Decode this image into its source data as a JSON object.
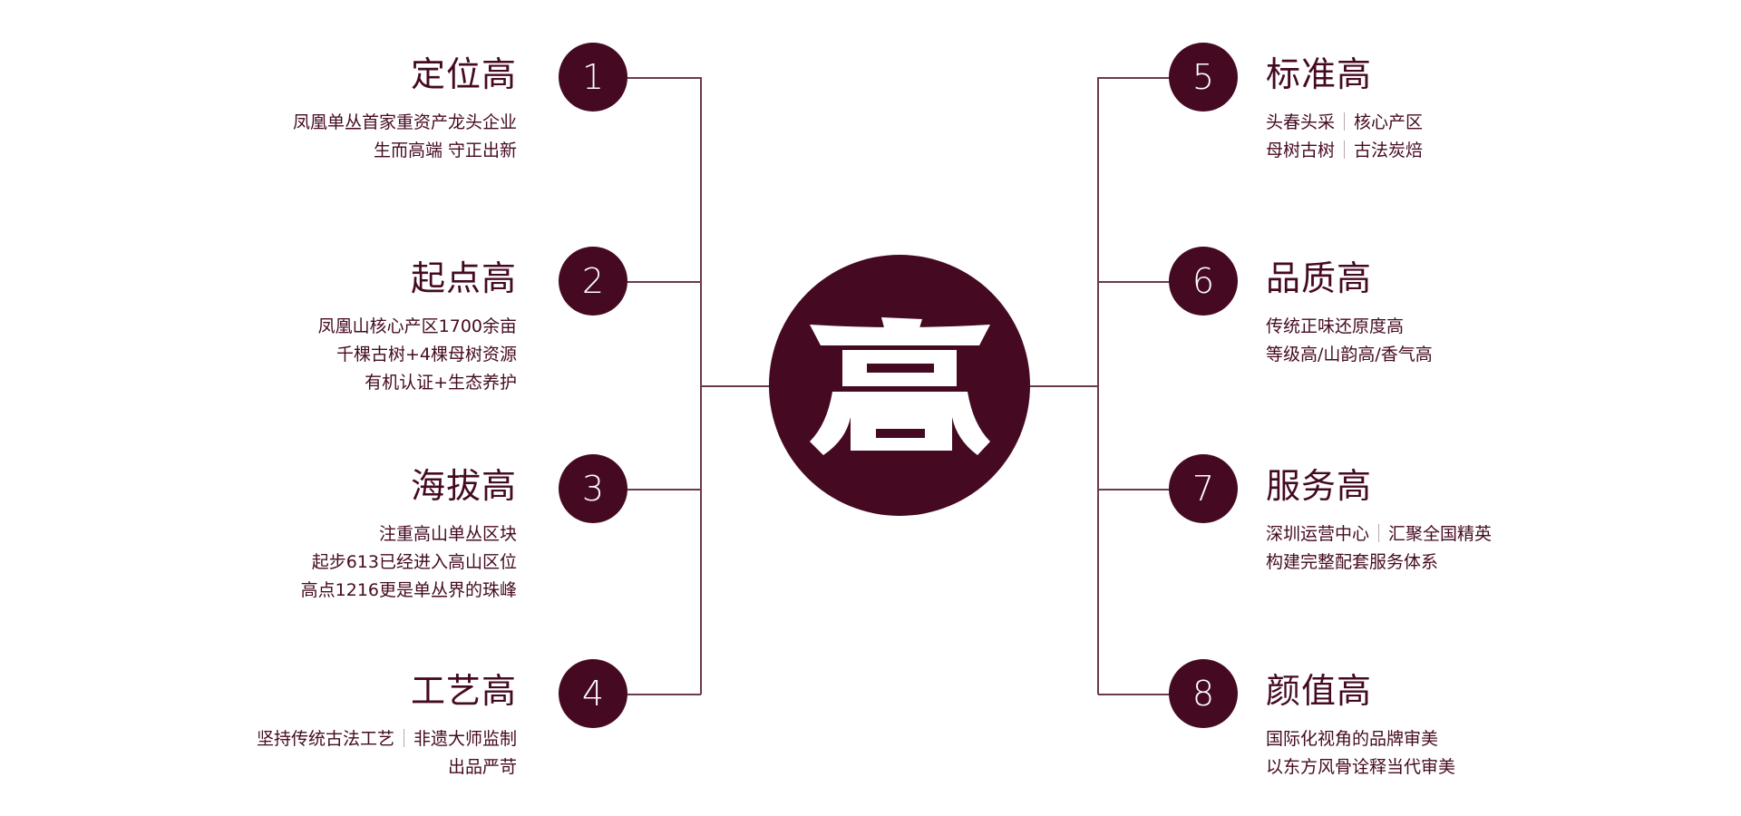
{
  "colors": {
    "primary": "#450a22",
    "line": "#6a3a4e"
  },
  "center": {
    "glyph": "高"
  },
  "left_items": [
    {
      "number": "1",
      "title": "定位高",
      "lines": [
        [
          "凤凰单丛首家重资产龙头企业"
        ],
        [
          "生而高端 守正出新"
        ]
      ]
    },
    {
      "number": "2",
      "title": "起点高",
      "lines": [
        [
          "凤凰山核心产区1700余亩"
        ],
        [
          "千棵古树+4棵母树资源"
        ],
        [
          "有机认证+生态养护"
        ]
      ]
    },
    {
      "number": "3",
      "title": "海拔高",
      "lines": [
        [
          "注重高山单丛区块"
        ],
        [
          "起步613已经进入高山区位"
        ],
        [
          "高点1216更是单丛界的珠峰"
        ]
      ]
    },
    {
      "number": "4",
      "title": "工艺高",
      "lines": [
        [
          "坚持传统古法工艺",
          "非遗大师监制"
        ],
        [
          "出品严苛"
        ]
      ]
    }
  ],
  "right_items": [
    {
      "number": "5",
      "title": "标准高",
      "lines": [
        [
          "头春头采",
          "核心产区"
        ],
        [
          "母树古树",
          "古法炭焙"
        ]
      ]
    },
    {
      "number": "6",
      "title": "品质高",
      "lines": [
        [
          "传统正味还原度高"
        ],
        [
          "等级高/山韵高/香气高"
        ]
      ]
    },
    {
      "number": "7",
      "title": "服务高",
      "lines": [
        [
          "深圳运营中心",
          "汇聚全国精英"
        ],
        [
          "构建完整配套服务体系"
        ]
      ]
    },
    {
      "number": "8",
      "title": "颜值高",
      "lines": [
        [
          "国际化视角的品牌审美"
        ],
        [
          "以东方风骨诠释当代审美"
        ]
      ]
    }
  ]
}
